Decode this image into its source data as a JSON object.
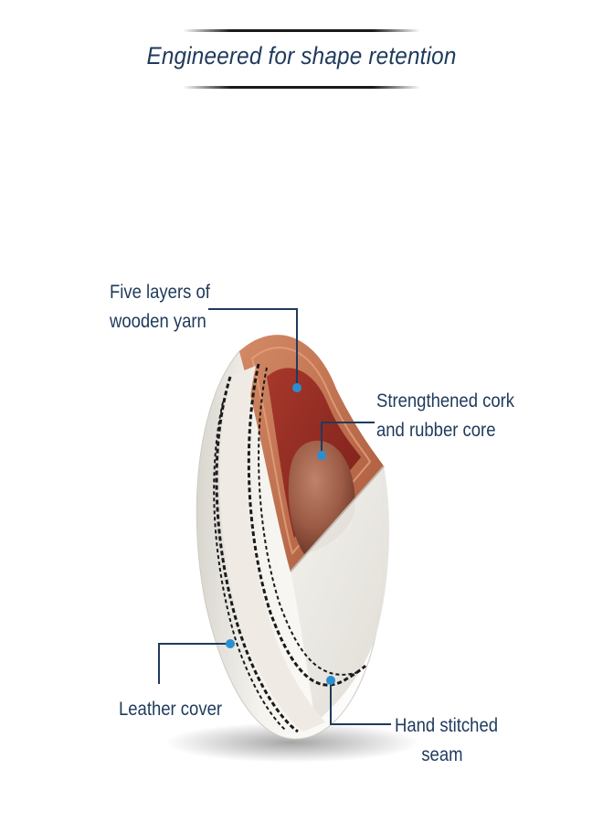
{
  "title": "Engineered for shape retention",
  "callouts": {
    "yarn": {
      "line1": "Five layers of",
      "line2": "wooden yarn"
    },
    "core": {
      "line1": "Strengthened cork",
      "line2": "and rubber core"
    },
    "cover": {
      "line1": "Leather cover"
    },
    "seam": {
      "line1": "Hand stitched",
      "line2": "seam"
    }
  },
  "colors": {
    "title_text": "#1f3a5c",
    "callout_line": "#1f3a5c",
    "callout_dot": "#2a8fd0",
    "leather": "#f4f1ec",
    "yarn_outer": "#c0704e",
    "yarn_inner": "#8e2a22",
    "core": "#9a5a44",
    "stitch": "#1a1a1a"
  }
}
